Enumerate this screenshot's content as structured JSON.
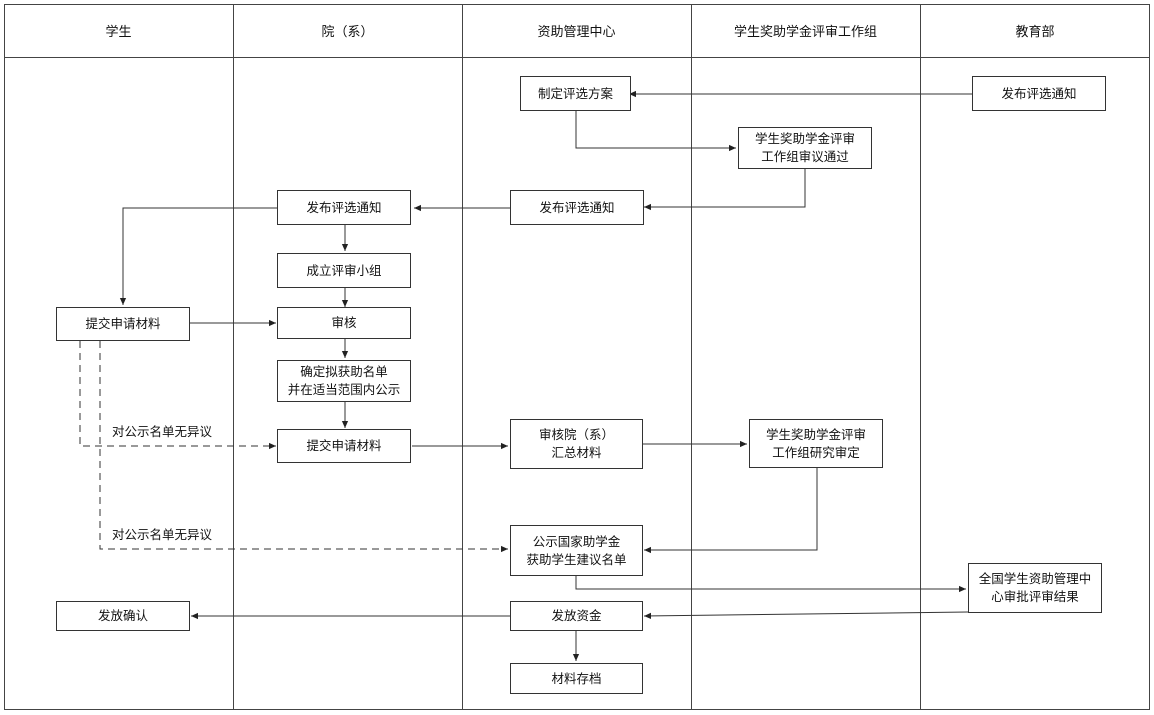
{
  "lanes": [
    "学生",
    "院（系）",
    "资助管理中心",
    "学生奖助学金评审工作组",
    "教育部"
  ],
  "nodes": {
    "moe_notice": "发布评选通知",
    "plan": "制定评选方案",
    "group_approve": "学生奖助学金评审\n工作组审议通过",
    "center_notice": "发布评选通知",
    "dept_notice": "发布评选通知",
    "form_group": "成立评审小组",
    "student_submit": "提交申请材料",
    "review": "审核",
    "confirm_list": "确定拟获助名单\n并在适当范围内公示",
    "dept_submit": "提交申请材料",
    "center_review": "审核院（系）\n汇总材料",
    "group_decide": "学生奖助学金评审\n工作组研究审定",
    "publicize": "公示国家助学金\n获助学生建议名单",
    "national_approve": "全国学生资助管理中\n心审批评审结果",
    "fund_release": "发放资金",
    "student_confirm": "发放确认",
    "archive": "材料存档"
  },
  "edge_labels": {
    "no_objection_1": "对公示名单无异议",
    "no_objection_2": "对公示名单无异议"
  }
}
